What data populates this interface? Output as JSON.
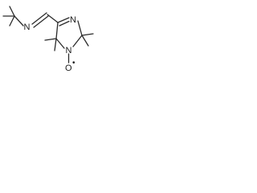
{
  "molecule": {
    "atoms": {
      "imine_nitrogen": "N",
      "ring_nitrogen": "N",
      "nitroxide_nitrogen": "N",
      "oxygen": "O",
      "radical": "•"
    },
    "bond_color": "#2b2b2b",
    "label_color": "#1a1a1a"
  }
}
